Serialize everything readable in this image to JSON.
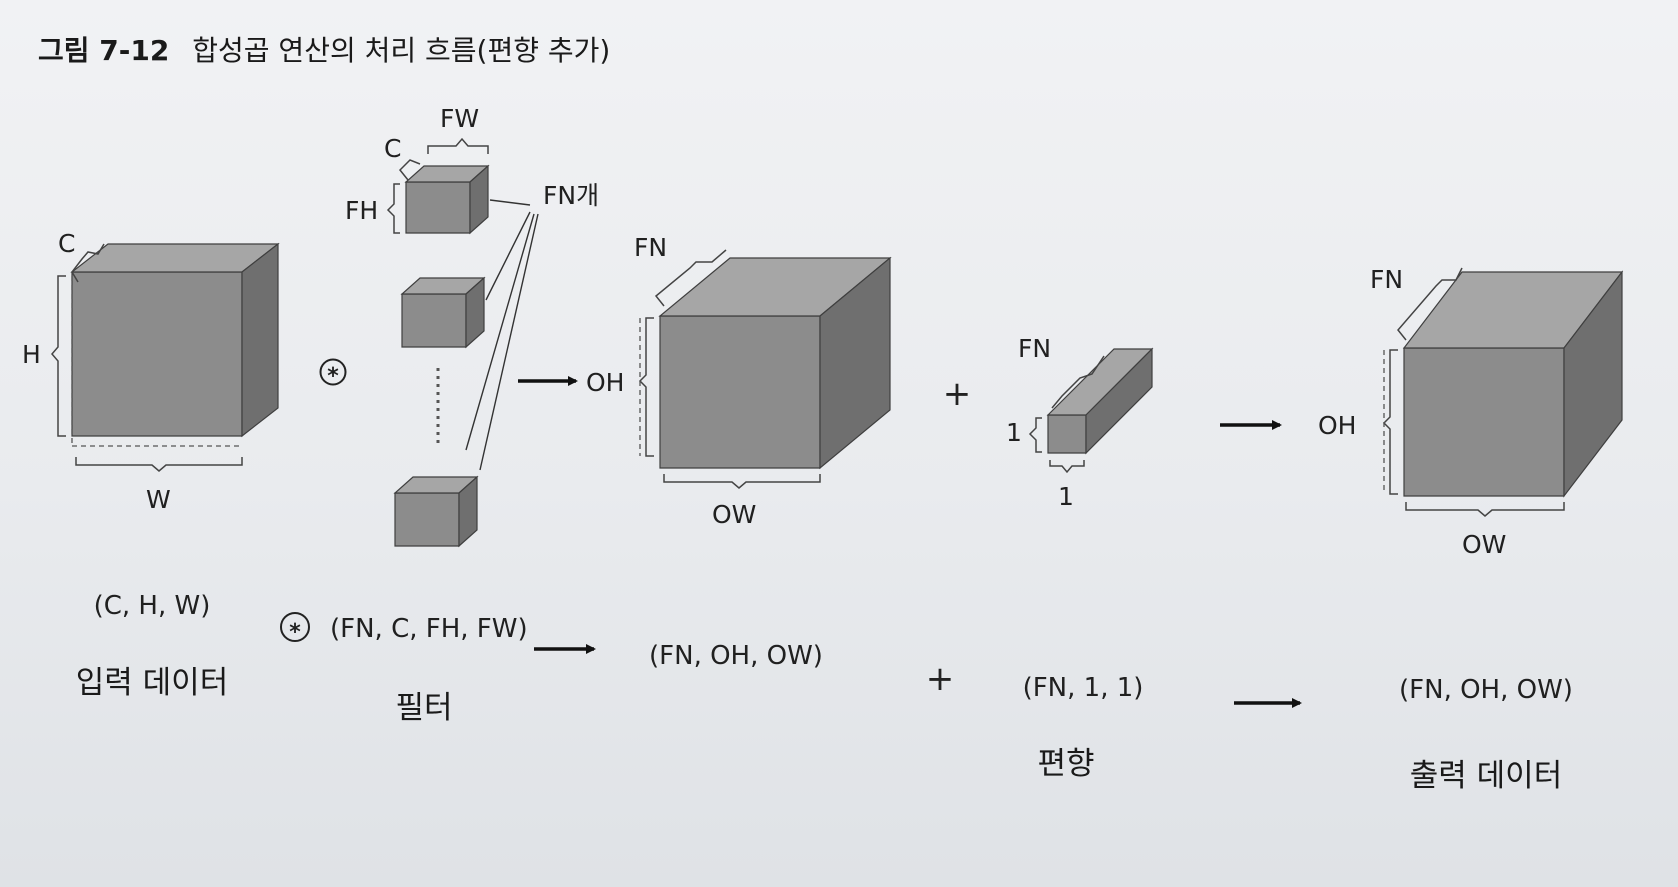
{
  "figure": {
    "number": "그림 7-12",
    "title": "합성곱 연산의 처리 흐름(편향 추가)"
  },
  "input": {
    "dims": {
      "c": "C",
      "h": "H",
      "w": "W"
    },
    "shape": "(C, H, W)",
    "caption": "입력 데이터"
  },
  "filter": {
    "dims": {
      "c": "C",
      "fh": "FH",
      "fw": "FW"
    },
    "count": "FN개",
    "shape": "(FN, C, FH, FW)",
    "caption": "필터"
  },
  "conv_result": {
    "dims": {
      "fn": "FN",
      "oh": "OH",
      "ow": "OW"
    },
    "shape": "(FN, OH, OW)"
  },
  "bias": {
    "dims": {
      "fn": "FN",
      "h": "1",
      "w": "1"
    },
    "shape": "(FN, 1, 1)",
    "caption": "편향"
  },
  "output": {
    "dims": {
      "fn": "FN",
      "oh": "OH",
      "ow": "OW"
    },
    "shape": "(FN, OH, OW)",
    "caption": "출력 데이터"
  },
  "operators": {
    "conv": "*",
    "plus": "+"
  },
  "colors": {
    "cube_front": "#8c8c8c",
    "cube_top": "#a6a6a6",
    "cube_side": "#6f6f6f",
    "edge": "#3f3f3f",
    "arrow": "#111111"
  }
}
